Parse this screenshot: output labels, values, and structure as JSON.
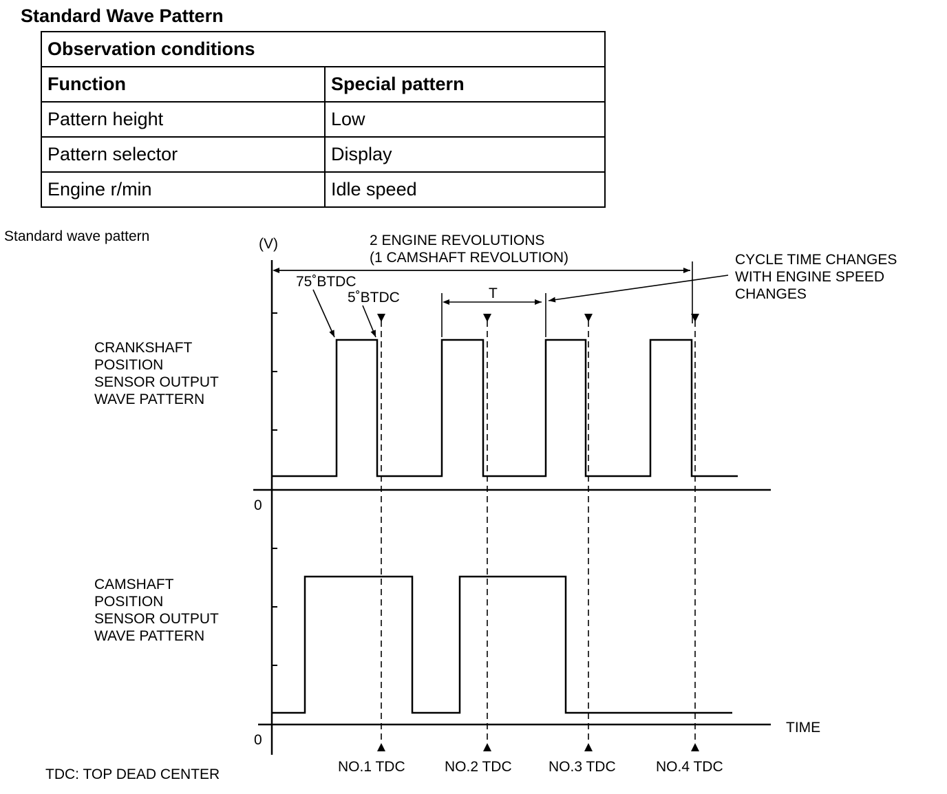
{
  "title": "Standard Wave Pattern",
  "table": {
    "header": "Observation conditions",
    "columns": [
      "Function",
      "Special pattern"
    ],
    "rows": [
      {
        "function": "Pattern height",
        "pattern": "Low"
      },
      {
        "function": "Pattern selector",
        "pattern": "Display"
      },
      {
        "function": "Engine r/min",
        "pattern": "Idle speed"
      }
    ]
  },
  "diagram": {
    "section_label": "Standard wave pattern",
    "y_unit": "(V)",
    "zero_label": "0",
    "x_label": "TIME",
    "revolutions_line1": "2 ENGINE REVOLUTIONS",
    "revolutions_line2": "(1 CAMSHAFT REVOLUTION)",
    "angle_75": "75˚BTDC",
    "angle_5": "5˚BTDC",
    "period_label": "T",
    "cycle_note": [
      "CYCLE TIME CHANGES",
      "WITH ENGINE SPEED",
      "CHANGES"
    ],
    "crank_label": [
      "CRANKSHAFT",
      "POSITION",
      "SENSOR OUTPUT",
      "WAVE PATTERN"
    ],
    "cam_label": [
      "CAMSHAFT",
      "POSITION",
      "SENSOR OUTPUT",
      "WAVE PATTERN"
    ],
    "tdc_labels": [
      "NO.1 TDC",
      "NO.2 TDC",
      "NO.3 TDC",
      "NO.4 TDC"
    ],
    "legend": "TDC: TOP DEAD CENTER"
  }
}
